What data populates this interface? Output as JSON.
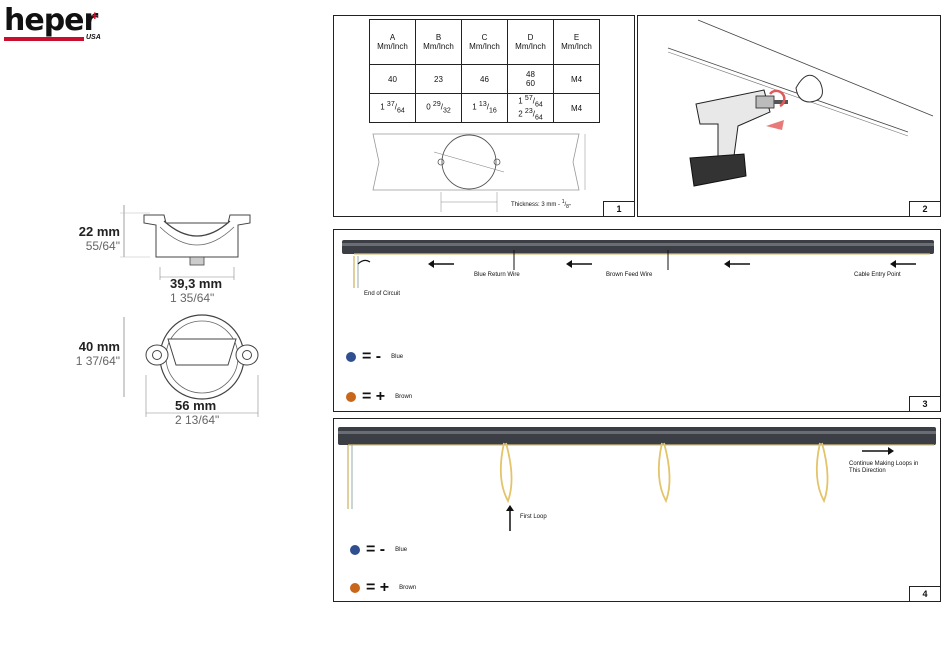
{
  "logo": {
    "word": "heper",
    "suffix": "USA",
    "plus": "+"
  },
  "dimensions": {
    "height": {
      "mm": "22 mm",
      "inch": "55/64\""
    },
    "width_small": {
      "mm": "39,3 mm",
      "inch": "1 35/64\""
    },
    "depth": {
      "mm": "40 mm",
      "inch": "1 37/64\""
    },
    "width_large": {
      "mm": "56 mm",
      "inch": "2 13/64\""
    }
  },
  "panel1": {
    "number": "1",
    "table": {
      "headers": [
        {
          "letter": "A",
          "unit": "Mm/Inch"
        },
        {
          "letter": "B",
          "unit": "Mm/Inch"
        },
        {
          "letter": "C",
          "unit": "Mm/Inch"
        },
        {
          "letter": "D",
          "unit": "Mm/Inch"
        },
        {
          "letter": "E",
          "unit": "Mm/Inch"
        }
      ],
      "row_mm": [
        "40",
        "23",
        "46",
        "48",
        "M4"
      ],
      "row_mm_d2": "60",
      "row_inch": {
        "a_whole": "1",
        "a_num": "37",
        "a_den": "64",
        "b_whole": "0",
        "b_num": "29",
        "b_den": "32",
        "c_whole": "1",
        "c_num": "13",
        "c_den": "16",
        "d1_whole": "1",
        "d1_num": "57",
        "d1_den": "64",
        "d2_whole": "2",
        "d2_num": "23",
        "d2_den": "64",
        "e": "M4"
      }
    },
    "thickness": "Thickness: 3 mm - ",
    "thickness_num": "1",
    "thickness_den": "8\""
  },
  "panel2": {
    "number": "2"
  },
  "panel3": {
    "number": "3",
    "labels": {
      "end": "End of Circuit",
      "blue_wire": "Blue Return Wire",
      "brown_wire": "Brown Feed Wire",
      "entry": "Cable Entry Point"
    },
    "legend": [
      {
        "sign": "= -",
        "name": "Blue",
        "color": "#2f4f8f"
      },
      {
        "sign": "= +",
        "name": "Brown",
        "color": "#c8661a"
      }
    ]
  },
  "panel4": {
    "number": "4",
    "labels": {
      "first_loop": "First Loop",
      "continue_1": "Continue Making Loops in",
      "continue_2": "This Direction"
    },
    "legend": [
      {
        "sign": "= -",
        "name": "Blue",
        "color": "#2f4f8f"
      },
      {
        "sign": "= +",
        "name": "Brown",
        "color": "#c8661a"
      }
    ]
  }
}
